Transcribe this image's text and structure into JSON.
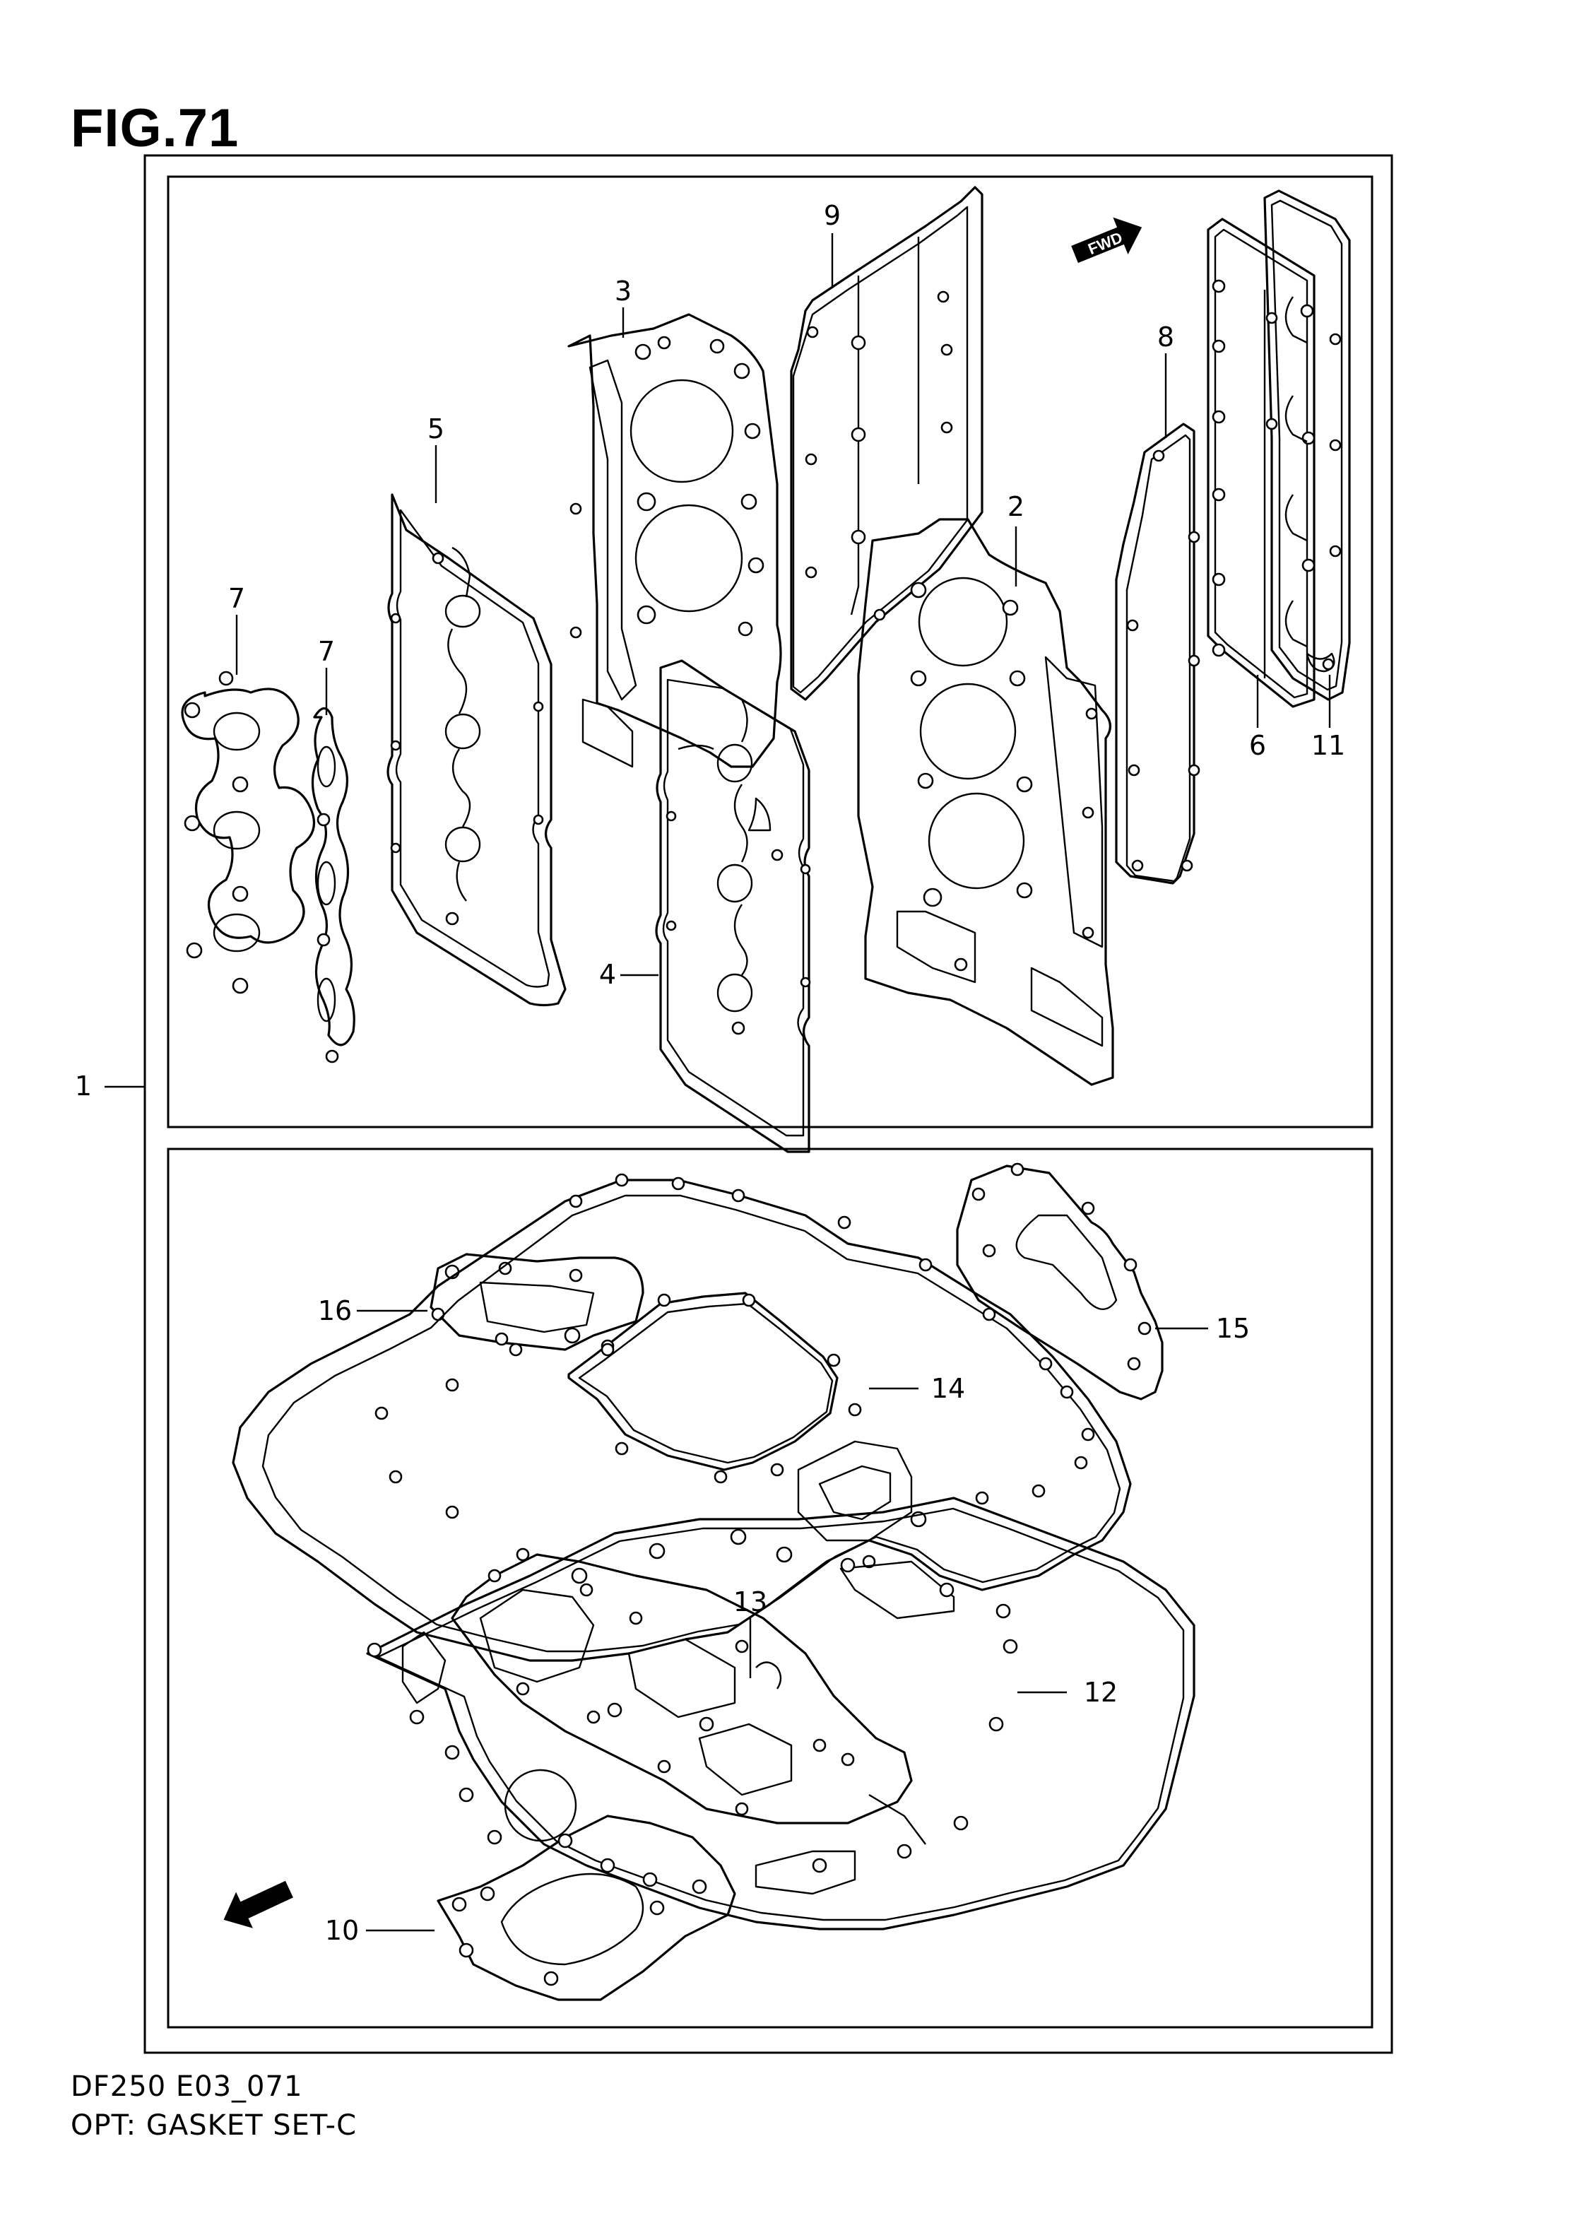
{
  "figure": {
    "title": "FIG.71"
  },
  "footer": {
    "model_code": "DF250 E03_071",
    "description": "OPT: GASKET SET-C"
  },
  "callouts": {
    "c1": "1",
    "c2": "2",
    "c3": "3",
    "c4": "4",
    "c5": "5",
    "c6": "6",
    "c7a": "7",
    "c7b": "7",
    "c8": "8",
    "c9": "9",
    "c10": "10",
    "c11": "11",
    "c12": "12",
    "c13": "13",
    "c14": "14",
    "c15": "15",
    "c16": "16"
  },
  "fwd_markers": {
    "top": "FWD",
    "bottom": "FWD"
  }
}
